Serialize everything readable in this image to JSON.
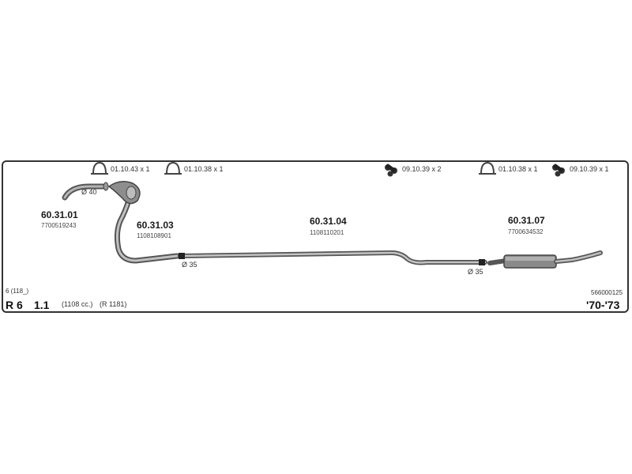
{
  "accessories": [
    {
      "icon": "clamp-icon",
      "code": "01.10.43 x 1"
    },
    {
      "icon": "clamp-icon",
      "code": "01.10.38 x 1"
    },
    {
      "icon": "rubber-mount-icon",
      "code": "09.10.39 x 2"
    },
    {
      "icon": "clamp-icon",
      "code": "01.10.38 x 1"
    },
    {
      "icon": "rubber-mount-icon",
      "code": "09.10.39 x 1"
    }
  ],
  "parts": [
    {
      "number": "60.31.01",
      "oem": "7700519243"
    },
    {
      "number": "60.31.03",
      "oem": "1108108901"
    },
    {
      "number": "60.31.04",
      "oem": "1108110201"
    },
    {
      "number": "60.31.07",
      "oem": "7700634532"
    }
  ],
  "diameters": [
    "Ø 40",
    "Ø 35",
    "Ø 35"
  ],
  "vehicle": {
    "series": "6 (118_)",
    "model": "R 6",
    "engine": "1.1",
    "cc": "(1108 cc.)",
    "engine_code": "(R 1181)",
    "set_number": "566000125",
    "years": "'70-'73"
  },
  "colors": {
    "pipe": "#8a8a8a",
    "pipe_dark": "#555555",
    "border": "#333333"
  }
}
